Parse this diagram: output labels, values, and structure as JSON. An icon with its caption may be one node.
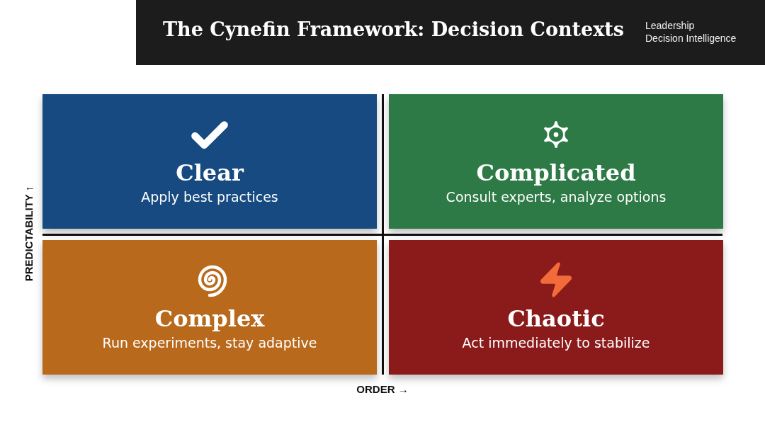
{
  "diagram": {
    "title": "The Cynefin Framework: Decision Contexts",
    "nodes": [
      {
        "text": [
          "Clear",
          "Apply best practices"
        ]
      },
      {
        "text": [
          "Complicated",
          "Consult experts, analyze options"
        ]
      },
      {
        "text": [
          "Complex",
          "Run experiments, stay adaptive"
        ]
      },
      {
        "text": [
          "Chaotic",
          "Act immediately to stabilize"
        ]
      }
    ],
    "labels": [
      "Leadership",
      "Decision Intelligence",
      "PREDICTABILITY ↑",
      "ORDER →"
    ]
  }
}
